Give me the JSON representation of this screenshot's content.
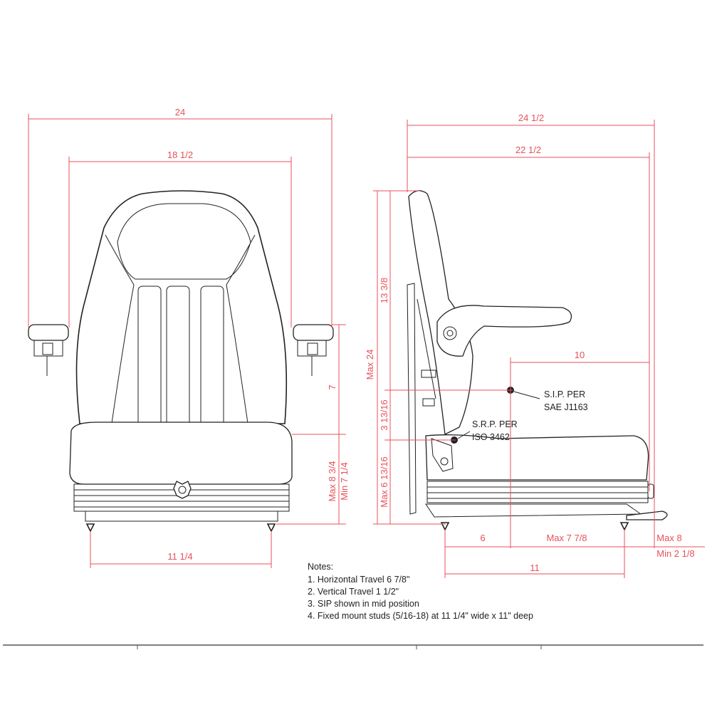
{
  "colors": {
    "dimension": "#e8505b",
    "outline": "#222222",
    "background": "#ffffff"
  },
  "front_view": {
    "overall_width": "24",
    "back_width": "18 1/2",
    "armrest_height": "7",
    "cushion_height_max": "Max 8 3/4",
    "cushion_height_min": "Min 7 1/4",
    "stud_width": "11 1/4"
  },
  "side_view": {
    "overall_depth": "24 1/2",
    "depth_to_sip": "22 1/2",
    "sip_to_front": "10",
    "back_height": "13 3/8",
    "overall_height": "Max 24",
    "sip_height": "3 13/16",
    "base_height": "Max 6 13/16",
    "stud_offset": "6",
    "travel_fwd": "Max 7 7/8",
    "slide_max": "Max 8",
    "slide_min": "Min 2 1/8",
    "stud_depth": "11",
    "sip_label_1": "S.I.P. PER",
    "sip_label_2": "SAE J1163",
    "srp_label_1": "S.R.P. PER",
    "srp_label_2": "ISO 3462"
  },
  "notes": {
    "title": "Notes:",
    "items": [
      "1. Horizontal Travel 6 7/8\"",
      "2. Vertical Travel 1 1/2\"",
      "3. SIP shown in mid position",
      "4. Fixed mount studs (5/16-18) at 11 1/4\" wide x 11\" deep"
    ]
  }
}
